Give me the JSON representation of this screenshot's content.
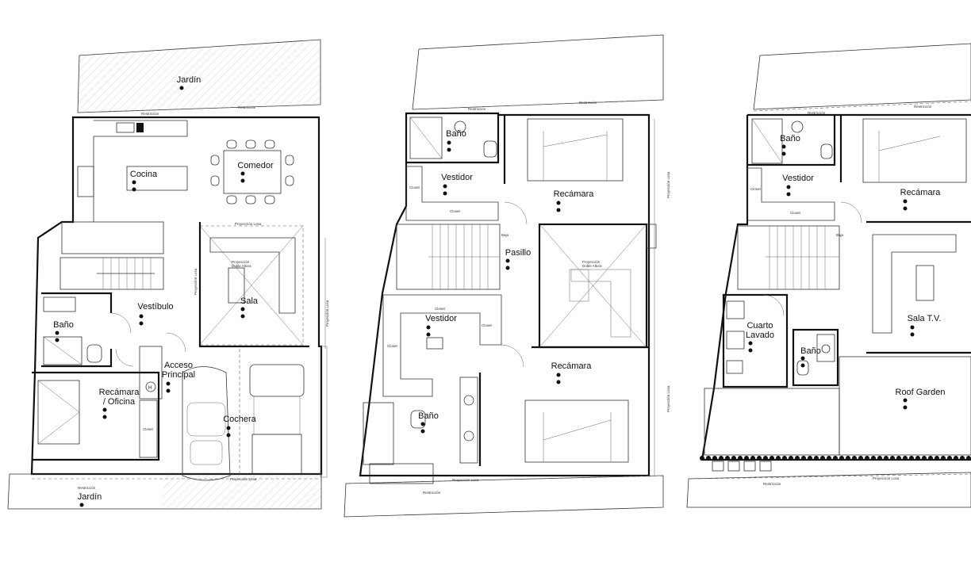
{
  "levels": [
    {
      "rooms": [
        {
          "key": "jardin_top",
          "label": "Jardín"
        },
        {
          "key": "cocina",
          "label": "Cocina"
        },
        {
          "key": "comedor",
          "label": "Comedor"
        },
        {
          "key": "vestibulo",
          "label": "Vestíbulo"
        },
        {
          "key": "sala",
          "label": "Sala"
        },
        {
          "key": "bano",
          "label": "Baño"
        },
        {
          "key": "acceso",
          "label": "Acceso\nPrincipal"
        },
        {
          "key": "recamara",
          "label": "Recámara\n/ Oficina"
        },
        {
          "key": "cochera",
          "label": "Cochera"
        },
        {
          "key": "jardin_bottom",
          "label": "Jardín"
        }
      ],
      "notes": [
        "Restricción",
        "Restricción",
        "Proyección Losa",
        "Proyección Losa",
        "Proyección Losa",
        "Proyección\nDoble Altura",
        "Closet",
        "Proyección Losa",
        "Restricción"
      ]
    },
    {
      "rooms": [
        {
          "key": "bano1",
          "label": "Baño"
        },
        {
          "key": "vestidor1",
          "label": "Vestidor"
        },
        {
          "key": "recamara1",
          "label": "Recámara"
        },
        {
          "key": "pasillo",
          "label": "Pasillo"
        },
        {
          "key": "vestidor2",
          "label": "Vestidor"
        },
        {
          "key": "recamara2",
          "label": "Recámara"
        },
        {
          "key": "bano2",
          "label": "Baño"
        }
      ],
      "notes": [
        "Restricción",
        "Restricción",
        "Proyección Losa",
        "Proyección\nDoble Altura",
        "Proyección Losa",
        "Proyección Losa",
        "Restricción",
        "Closet",
        "Closet",
        "Closet",
        "Closet",
        "Closet",
        "Baja"
      ]
    },
    {
      "rooms": [
        {
          "key": "bano1",
          "label": "Baño"
        },
        {
          "key": "vestidor",
          "label": "Vestidor"
        },
        {
          "key": "recamara",
          "label": "Recámara"
        },
        {
          "key": "cuarto",
          "label": "Cuarto\nLavado"
        },
        {
          "key": "bano2",
          "label": "Baño"
        },
        {
          "key": "salatv",
          "label": "Sala T.V."
        },
        {
          "key": "roof",
          "label": "Roof Garden"
        }
      ],
      "notes": [
        "Restricción",
        "Restricción",
        "Proyección Losa",
        "Restricción",
        "Closet",
        "Closet",
        "Baja"
      ]
    }
  ],
  "colors": {
    "line": "#111111",
    "hatch": "#9a9a9a",
    "dots": "#8a8a8a",
    "paper": "#ffffff"
  }
}
